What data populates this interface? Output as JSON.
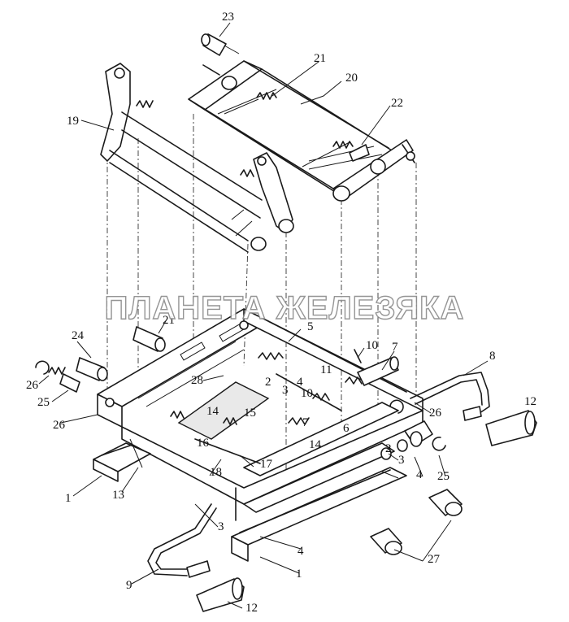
{
  "watermark": "ПЛАНЕТА ЖЕЛЕЗЯКА",
  "callouts": [
    "1",
    "1",
    "2",
    "2",
    "3",
    "3",
    "3",
    "4",
    "4",
    "4",
    "5",
    "6",
    "7",
    "7",
    "8",
    "9",
    "10",
    "10",
    "11",
    "12",
    "12",
    "13",
    "14",
    "14",
    "15",
    "16",
    "17",
    "18",
    "19",
    "20",
    "21",
    "21",
    "22",
    "23",
    "24",
    "25",
    "25",
    "26",
    "26",
    "26",
    "27",
    "28"
  ]
}
